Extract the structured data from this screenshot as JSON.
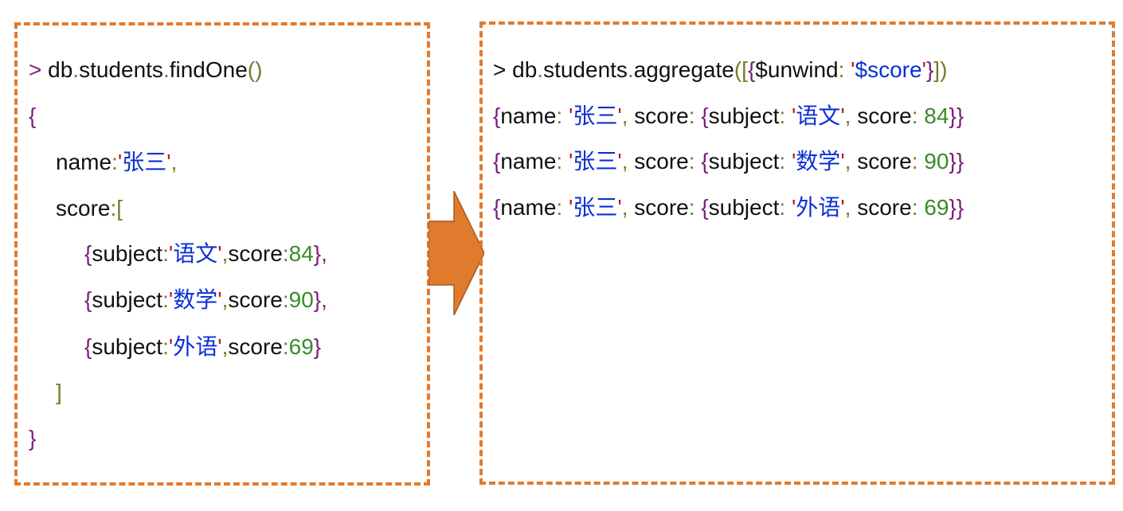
{
  "colors": {
    "border": "#e07b2e",
    "arrow": "#e07b2e",
    "purple": "#7a1f7a",
    "olive": "#7a7a2a",
    "blue": "#0b2fd6",
    "green": "#3a8a2a"
  },
  "left": {
    "lines": [
      {
        "tokens": [
          {
            "t": "> ",
            "c": "purple"
          },
          {
            "t": "db",
            "c": "black"
          },
          {
            "t": ".",
            "c": "olive"
          },
          {
            "t": "students",
            "c": "black"
          },
          {
            "t": ".",
            "c": "olive"
          },
          {
            "t": "findOne",
            "c": "black"
          },
          {
            "t": "()",
            "c": "olive"
          }
        ]
      },
      {
        "tokens": [
          {
            "t": "{",
            "c": "purple"
          }
        ]
      },
      {
        "tokens": [
          {
            "t": "name",
            "c": "black"
          },
          {
            "t": ":",
            "c": "olive"
          },
          {
            "t": "'",
            "c": "red"
          },
          {
            "t": "张三",
            "c": "blue"
          },
          {
            "t": "'",
            "c": "red"
          },
          {
            "t": ",",
            "c": "olive"
          }
        ]
      },
      {
        "tokens": [
          {
            "t": "score",
            "c": "black"
          },
          {
            "t": ":",
            "c": "olive"
          },
          {
            "t": "[",
            "c": "olive"
          }
        ]
      },
      {
        "tokens": [
          {
            "t": "{",
            "c": "purple"
          },
          {
            "t": "subject",
            "c": "black"
          },
          {
            "t": ":",
            "c": "olive"
          },
          {
            "t": "'",
            "c": "red"
          },
          {
            "t": "语文",
            "c": "blue"
          },
          {
            "t": "'",
            "c": "red"
          },
          {
            "t": ",",
            "c": "olive"
          },
          {
            "t": "score",
            "c": "black"
          },
          {
            "t": ":",
            "c": "olive"
          },
          {
            "t": "84",
            "c": "green"
          },
          {
            "t": "},",
            "c": "purple"
          }
        ]
      },
      {
        "tokens": [
          {
            "t": "{",
            "c": "purple"
          },
          {
            "t": "subject",
            "c": "black"
          },
          {
            "t": ":",
            "c": "olive"
          },
          {
            "t": "'",
            "c": "red"
          },
          {
            "t": "数学",
            "c": "blue"
          },
          {
            "t": "'",
            "c": "red"
          },
          {
            "t": ",",
            "c": "olive"
          },
          {
            "t": "score",
            "c": "black"
          },
          {
            "t": ":",
            "c": "olive"
          },
          {
            "t": "90",
            "c": "green"
          },
          {
            "t": "},",
            "c": "purple"
          }
        ]
      },
      {
        "tokens": [
          {
            "t": "{",
            "c": "purple"
          },
          {
            "t": "subject",
            "c": "black"
          },
          {
            "t": ":",
            "c": "olive"
          },
          {
            "t": "'",
            "c": "red"
          },
          {
            "t": "外语",
            "c": "blue"
          },
          {
            "t": "'",
            "c": "red"
          },
          {
            "t": ",",
            "c": "olive"
          },
          {
            "t": "score",
            "c": "black"
          },
          {
            "t": ":",
            "c": "olive"
          },
          {
            "t": "69",
            "c": "green"
          },
          {
            "t": "}",
            "c": "purple"
          }
        ]
      },
      {
        "tokens": [
          {
            "t": "]",
            "c": "olive"
          }
        ]
      },
      {
        "tokens": [
          {
            "t": "}",
            "c": "purple"
          }
        ]
      }
    ]
  },
  "right": {
    "lines": [
      {
        "tokens": [
          {
            "t": "> ",
            "c": "black"
          },
          {
            "t": "db",
            "c": "black"
          },
          {
            "t": ".",
            "c": "olive"
          },
          {
            "t": "students",
            "c": "black"
          },
          {
            "t": ".",
            "c": "olive"
          },
          {
            "t": "aggregate",
            "c": "black"
          },
          {
            "t": "([",
            "c": "olive"
          },
          {
            "t": "{",
            "c": "purple"
          },
          {
            "t": "$unwind",
            "c": "black"
          },
          {
            "t": ": ",
            "c": "olive"
          },
          {
            "t": "'",
            "c": "red"
          },
          {
            "t": "$score",
            "c": "blue"
          },
          {
            "t": "'",
            "c": "red"
          },
          {
            "t": "}",
            "c": "purple"
          },
          {
            "t": "])",
            "c": "olive"
          }
        ]
      },
      {
        "tokens": [
          {
            "t": "{",
            "c": "purple"
          },
          {
            "t": "name",
            "c": "black"
          },
          {
            "t": ": ",
            "c": "olive"
          },
          {
            "t": "'",
            "c": "red"
          },
          {
            "t": "张三",
            "c": "blue"
          },
          {
            "t": "'",
            "c": "red"
          },
          {
            "t": ", ",
            "c": "olive"
          },
          {
            "t": "score",
            "c": "black"
          },
          {
            "t": ": ",
            "c": "olive"
          },
          {
            "t": "{",
            "c": "purple"
          },
          {
            "t": "subject",
            "c": "black"
          },
          {
            "t": ": ",
            "c": "olive"
          },
          {
            "t": "'",
            "c": "red"
          },
          {
            "t": "语文",
            "c": "blue"
          },
          {
            "t": "'",
            "c": "red"
          },
          {
            "t": ", ",
            "c": "olive"
          },
          {
            "t": "score",
            "c": "black"
          },
          {
            "t": ": ",
            "c": "olive"
          },
          {
            "t": "84",
            "c": "green"
          },
          {
            "t": "}}",
            "c": "purple"
          }
        ]
      },
      {
        "tokens": [
          {
            "t": "{",
            "c": "purple"
          },
          {
            "t": "name",
            "c": "black"
          },
          {
            "t": ": ",
            "c": "olive"
          },
          {
            "t": "'",
            "c": "red"
          },
          {
            "t": "张三",
            "c": "blue"
          },
          {
            "t": "'",
            "c": "red"
          },
          {
            "t": ", ",
            "c": "olive"
          },
          {
            "t": "score",
            "c": "black"
          },
          {
            "t": ": ",
            "c": "olive"
          },
          {
            "t": "{",
            "c": "purple"
          },
          {
            "t": "subject",
            "c": "black"
          },
          {
            "t": ": ",
            "c": "olive"
          },
          {
            "t": "'",
            "c": "red"
          },
          {
            "t": "数学",
            "c": "blue"
          },
          {
            "t": "'",
            "c": "red"
          },
          {
            "t": ", ",
            "c": "olive"
          },
          {
            "t": "score",
            "c": "black"
          },
          {
            "t": ": ",
            "c": "olive"
          },
          {
            "t": "90",
            "c": "green"
          },
          {
            "t": "}}",
            "c": "purple"
          }
        ]
      },
      {
        "tokens": [
          {
            "t": "{",
            "c": "purple"
          },
          {
            "t": "name",
            "c": "black"
          },
          {
            "t": ": ",
            "c": "olive"
          },
          {
            "t": "'",
            "c": "red"
          },
          {
            "t": "张三",
            "c": "blue"
          },
          {
            "t": "'",
            "c": "red"
          },
          {
            "t": ", ",
            "c": "olive"
          },
          {
            "t": "score",
            "c": "black"
          },
          {
            "t": ": ",
            "c": "olive"
          },
          {
            "t": "{",
            "c": "purple"
          },
          {
            "t": "subject",
            "c": "black"
          },
          {
            "t": ": ",
            "c": "olive"
          },
          {
            "t": "'",
            "c": "red"
          },
          {
            "t": "外语",
            "c": "blue"
          },
          {
            "t": "'",
            "c": "red"
          },
          {
            "t": ", ",
            "c": "olive"
          },
          {
            "t": "score",
            "c": "black"
          },
          {
            "t": ": ",
            "c": "olive"
          },
          {
            "t": "69",
            "c": "green"
          },
          {
            "t": "}}",
            "c": "purple"
          }
        ]
      }
    ]
  }
}
